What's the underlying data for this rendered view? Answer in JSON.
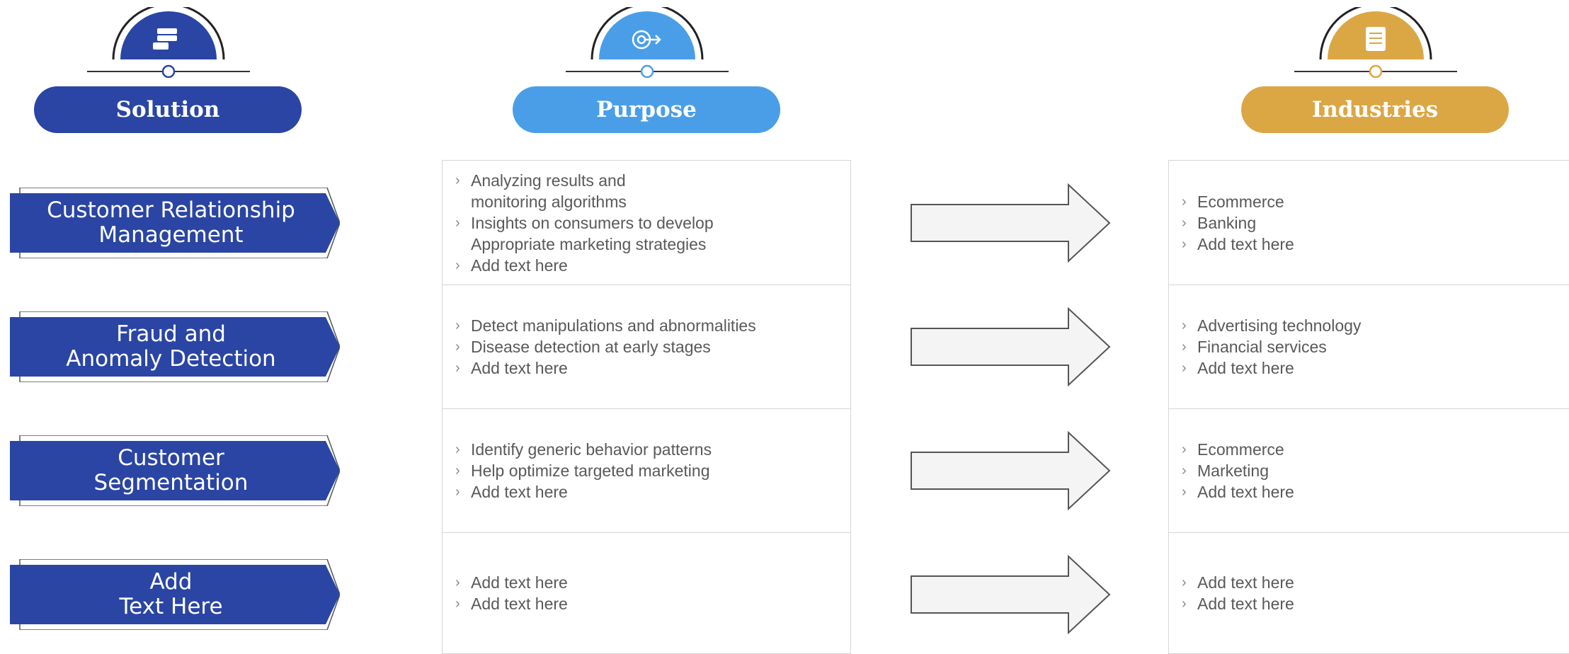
{
  "headers": [
    {
      "label": "Solution",
      "color": "#2a45a4",
      "icon": "database-stack-icon"
    },
    {
      "label": "Purpose",
      "color": "#4a9ee8",
      "icon": "target-arrow-icon"
    },
    {
      "label": "Industries",
      "color": "#dba745",
      "icon": "document-icon"
    }
  ],
  "rows": [
    {
      "solution": "Customer Relationship\nManagement",
      "purpose": [
        "Analyzing results and\nmonitoring algorithms",
        "Insights on consumers to develop\nAppropriate marketing strategies",
        "Add text here"
      ],
      "industries": [
        "Ecommerce",
        "Banking",
        "Add text here"
      ]
    },
    {
      "solution": "Fraud and\nAnomaly Detection",
      "purpose": [
        "Detect manipulations and abnormalities",
        "Disease detection at early stages",
        "Add text here"
      ],
      "industries": [
        "Advertising technology",
        "Financial services",
        "Add text here"
      ]
    },
    {
      "solution": "Customer\nSegmentation",
      "purpose": [
        "Identify generic behavior  patterns",
        "Help optimize targeted marketing",
        "Add text here"
      ],
      "industries": [
        "Ecommerce",
        "Marketing",
        "Add text here"
      ]
    },
    {
      "solution": "Add\nText Here",
      "purpose": [
        "Add text here",
        "Add text here"
      ],
      "industries": [
        "Add text here",
        "Add text here"
      ]
    }
  ]
}
